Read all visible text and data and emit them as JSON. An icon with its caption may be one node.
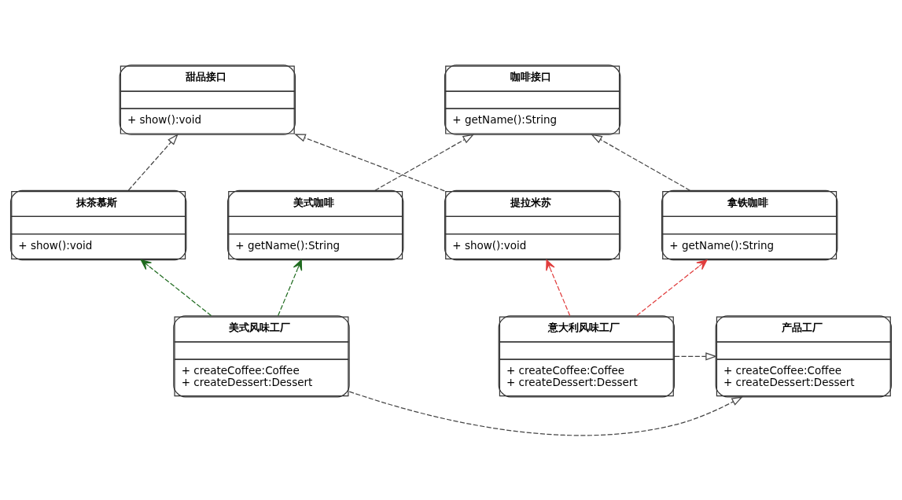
{
  "diagram": {
    "nodes": [
      {
        "text": [
          "甜品接口",
          "+ show():void"
        ]
      },
      {
        "text": [
          "咖啡接口",
          "+ getName():String"
        ]
      },
      {
        "text": [
          "提拉米苏",
          "+ show():void"
        ]
      },
      {
        "text": [
          "抹茶慕斯",
          "+ show():void"
        ]
      },
      {
        "text": [
          "美式咖啡",
          "+ getName():String"
        ]
      },
      {
        "text": [
          "拿铁咖啡",
          "+ getName():String"
        ]
      },
      {
        "text": [
          "意大利风味工厂",
          "+ createCoffee:Coffee",
          "+ createDessert:Dessert"
        ]
      },
      {
        "text": [
          "美式风味工厂",
          "+ createCoffee:Coffee",
          "+ createDessert:Dessert"
        ]
      },
      {
        "text": [
          "产品工厂",
          "+ createCoffee:Coffee",
          "+ createDessert:Dessert"
        ]
      }
    ],
    "edges": [
      {
        "from": 2,
        "to": 0,
        "arrow": "to",
        "style": "dashed"
      },
      {
        "from": 3,
        "to": 0,
        "arrow": "to",
        "style": "dashed"
      },
      {
        "from": 4,
        "to": 1,
        "arrow": "to",
        "style": "dashed"
      },
      {
        "from": 5,
        "to": 1,
        "arrow": "to",
        "style": "dashed"
      },
      {
        "from": 6,
        "to": 2,
        "arrow": "to",
        "style": "dashed",
        "color": "#e03c3c"
      },
      {
        "from": 6,
        "to": 5,
        "arrow": "to",
        "style": "dashed",
        "color": "#e03c3c"
      },
      {
        "from": 7,
        "to": 3,
        "arrow": "to",
        "style": "dashed",
        "color": "#1f6b1f"
      },
      {
        "from": 7,
        "to": 4,
        "arrow": "to",
        "style": "dashed",
        "color": "#1f6b1f"
      },
      {
        "from": 6,
        "to": 8,
        "arrow": "to",
        "style": "dashed"
      },
      {
        "from": 7,
        "to": 8,
        "arrow": "to",
        "style": "dashed"
      }
    ]
  }
}
